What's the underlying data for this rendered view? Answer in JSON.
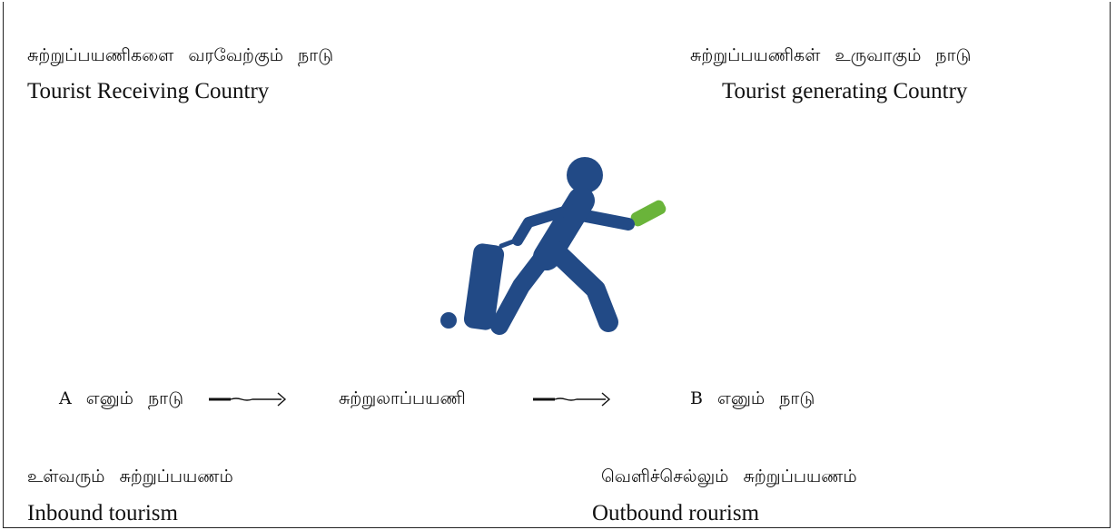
{
  "top_left": {
    "tamil": "சுற்றுப்பயணிகளை வரவேற்கும் நாடு",
    "english": "Tourist Receiving Country"
  },
  "top_right": {
    "tamil": "சுற்றுப்பயணிகள் உருவாகும் நாடு",
    "english": "Tourist  generating Country"
  },
  "flow": {
    "country_a": "A எனும் நாடு",
    "tourist": "சுற்றுலாப்பயணி",
    "country_b": "B எனும் நாடு"
  },
  "bottom_left": {
    "tamil": "உள்வரும் சுற்றுப்பயணம்",
    "english": "Inbound tourism"
  },
  "bottom_right": {
    "tamil": "வெளிச்செல்லும் சுற்றுப்பயணம்",
    "english": "Outbound rourism"
  },
  "icon": {
    "name": "traveler-with-suitcase-icon",
    "figure_color": "#224a86",
    "ticket_color": "#6ab43a"
  }
}
